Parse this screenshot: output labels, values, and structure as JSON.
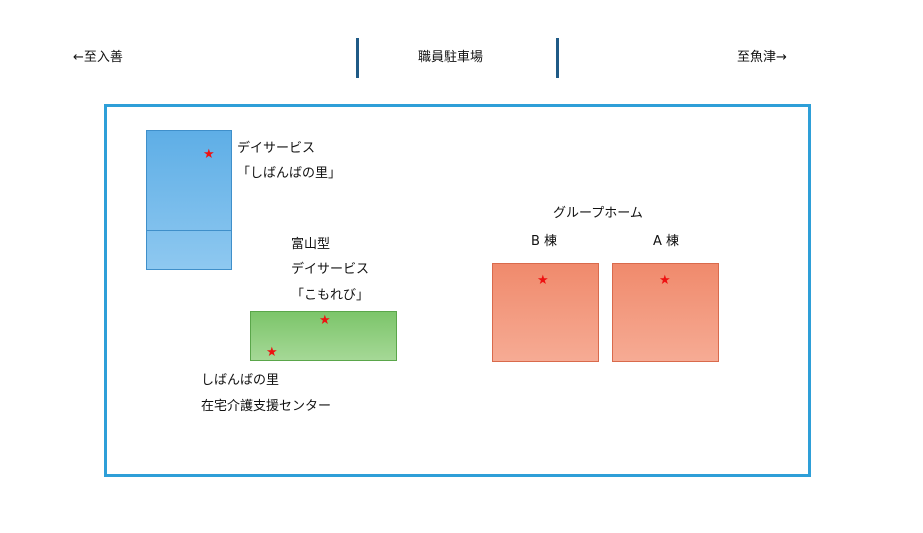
{
  "road": {
    "left_direction": "←至入善",
    "parking": "職員駐車場",
    "right_direction": "至魚津→"
  },
  "buildings": {
    "shibanba_day": {
      "line1": "デイサービス",
      "line2": "「しばんばの里」"
    },
    "komorebi": {
      "line1": "富山型",
      "line2": "デイサービス",
      "line3": "「こもれび」"
    },
    "shibanba_center": {
      "line1": "しばんばの里",
      "line2": "在宅介護支援センター"
    },
    "group_home": {
      "title": "グループホーム",
      "b_label": "B 棟",
      "a_label": "A 棟"
    }
  },
  "marker": {
    "symbol": "★",
    "color": "#ee1111"
  },
  "colors": {
    "site_border": "#2e9fd8",
    "divider": "#1f5a86",
    "blue_building": "#5eaee6",
    "green_building": "#7cc56a",
    "orange_building": "#f08a6c"
  }
}
